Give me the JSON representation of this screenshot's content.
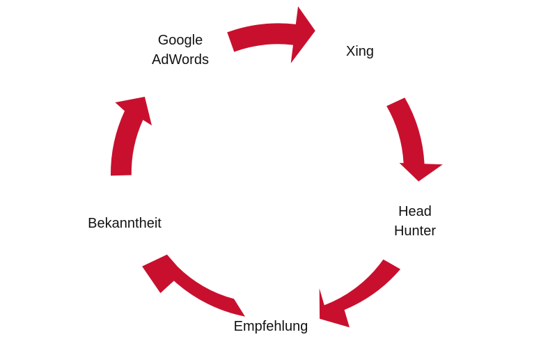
{
  "diagram": {
    "type": "cycle",
    "arrow_color": "#c8102e",
    "nodes": [
      {
        "lines": [
          "Google",
          "AdWords"
        ]
      },
      {
        "lines": [
          "Xing"
        ]
      },
      {
        "lines": [
          "Head",
          "Hunter"
        ]
      },
      {
        "lines": [
          "Empfehlung"
        ]
      },
      {
        "lines": [
          "Bekanntheit"
        ]
      }
    ],
    "edges": [
      {
        "from": 0,
        "to": 1
      },
      {
        "from": 1,
        "to": 2
      },
      {
        "from": 2,
        "to": 3
      },
      {
        "from": 3,
        "to": 4
      },
      {
        "from": 4,
        "to": 0
      }
    ]
  }
}
